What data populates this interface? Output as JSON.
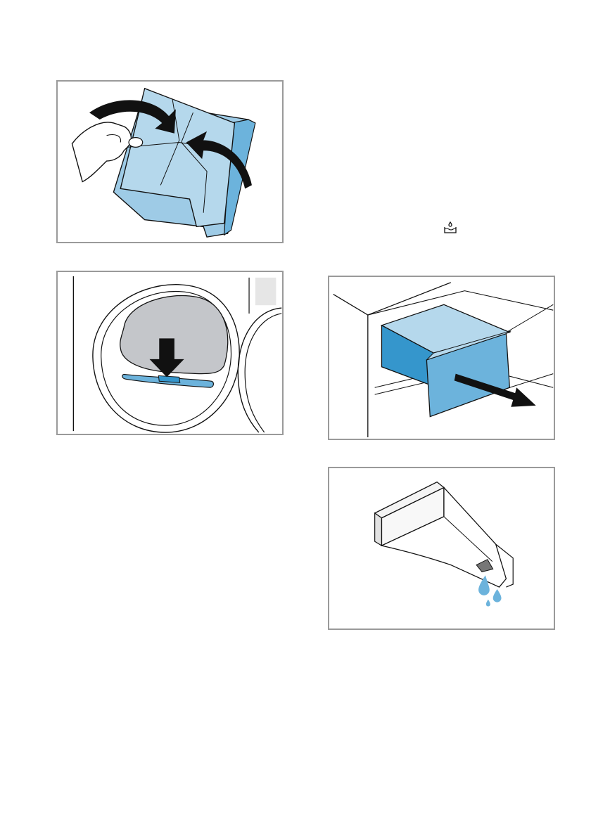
{
  "document": {
    "symbol": {
      "icon": "water-tank-icon"
    },
    "figures": [
      {
        "id": "fig-filter",
        "icon": "fluff-filter-folding-icon"
      },
      {
        "id": "fig-door",
        "icon": "dryer-door-filter-insert-icon"
      },
      {
        "id": "fig-drawer",
        "icon": "condensate-container-pull-out-icon"
      },
      {
        "id": "fig-tank",
        "icon": "condensate-container-drain-icon"
      }
    ],
    "colors": {
      "light_blue": "#b5d8ec",
      "mid_blue": "#6cb3dc",
      "dark_blue": "#3596cc",
      "grey_fill": "#c4c6ca",
      "dark_grey": "#777777",
      "frame": "#9a9a9a",
      "line": "#111111"
    }
  }
}
